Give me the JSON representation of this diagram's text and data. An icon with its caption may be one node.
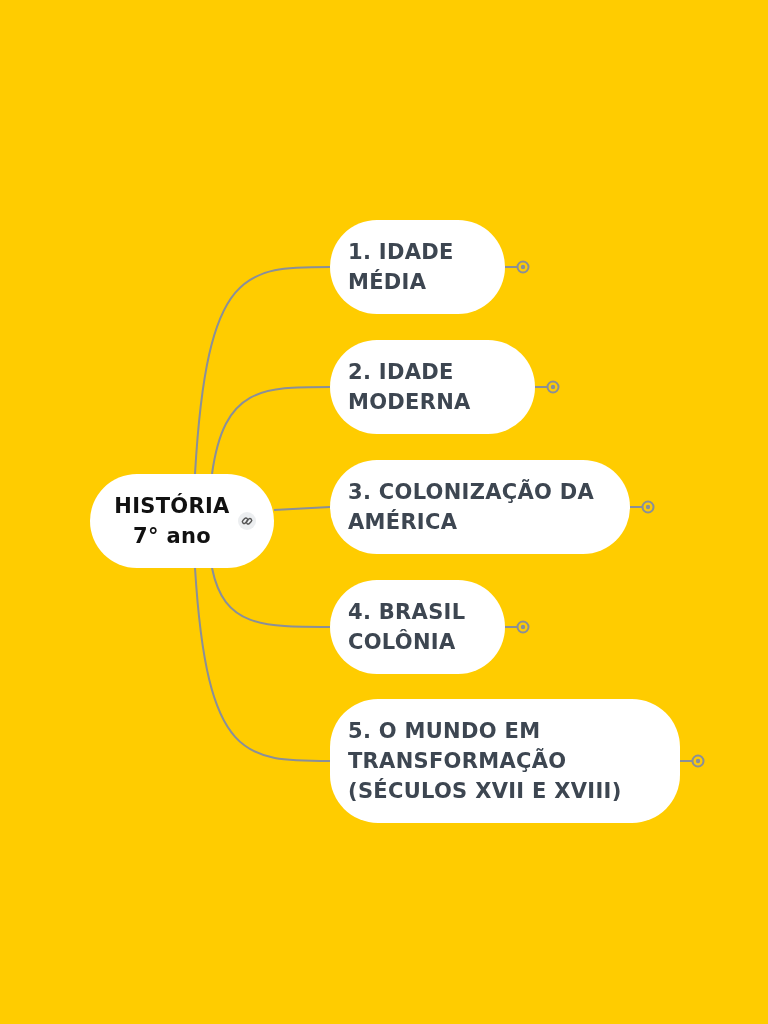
{
  "diagram": {
    "nodes": [
      {
        "text": [
          "HISTÓRIA 7° ano"
        ]
      },
      {
        "text": [
          "1. IDADE MÉDIA"
        ]
      },
      {
        "text": [
          "2. IDADE MODERNA"
        ]
      },
      {
        "text": [
          "3. COLONIZAÇÃO DA AMÉRICA"
        ]
      },
      {
        "text": [
          "4. BRASIL COLÔNIA"
        ]
      },
      {
        "text": [
          "5. O MUNDO EM TRANSFORMAÇÃO (SÉCULOS XVII E XVIII)"
        ]
      }
    ],
    "edges": [
      {
        "from": 0,
        "to": 1,
        "arrow": "none"
      },
      {
        "from": 0,
        "to": 2,
        "arrow": "none"
      },
      {
        "from": 0,
        "to": 3,
        "arrow": "none"
      },
      {
        "from": 0,
        "to": 4,
        "arrow": "none"
      },
      {
        "from": 0,
        "to": 5,
        "arrow": "none"
      }
    ]
  }
}
